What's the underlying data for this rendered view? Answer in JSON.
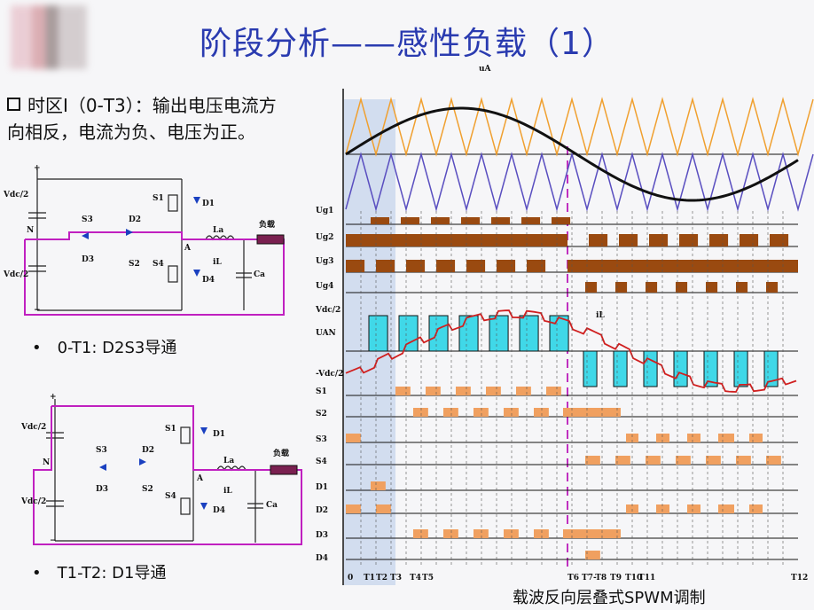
{
  "slide": {
    "title": "阶段分析——感性负载（1）",
    "bullet_main_line1": "时区I（0-T3）：输出电压电流方",
    "bullet_main_line2": "向相反，电流为负、电压为正。",
    "bullet_sub1": "0-T1: D2S3导通",
    "bullet_sub2": "T1-T2: D1导通",
    "caption": "载波反向层叠式SPWM调制"
  },
  "circuit": {
    "load_label": "负载",
    "vdc_half": "Vdc/2",
    "node_n": "N",
    "node_a": "A",
    "inductor": "La",
    "capacitor": "Ca",
    "current": "iL",
    "plus": "+",
    "minus": "−",
    "switches": [
      "S1",
      "S2",
      "S3",
      "S4"
    ],
    "diodes": [
      "D1",
      "D2",
      "D3",
      "D4"
    ]
  },
  "waveform": {
    "ua_label": "uA",
    "il_label": "iL",
    "row_labels": [
      "Ug1",
      "Ug2",
      "Ug3",
      "Ug4",
      "Vdc/2",
      "UAN",
      "-Vdc/2",
      "S1",
      "S2",
      "S3",
      "S4",
      "D1",
      "D2",
      "D3",
      "D4"
    ],
    "time_labels": [
      "0",
      "T1",
      "T2",
      "T3",
      "T4",
      "T5",
      "T6",
      "T7-T8",
      "T9",
      "T10",
      "T11",
      "T12"
    ]
  },
  "colors": {
    "title": "#2a3bb0",
    "carrier_upper": "#f0a030",
    "carrier_lower": "#5a4fc0",
    "gate_pulse": "#9a4a10",
    "uan_fill": "#40d8e8",
    "state_fill": "#f0a060",
    "current": "#d02020",
    "circuit_loop": "#c020c0",
    "highlight": "#b4c8e8"
  }
}
